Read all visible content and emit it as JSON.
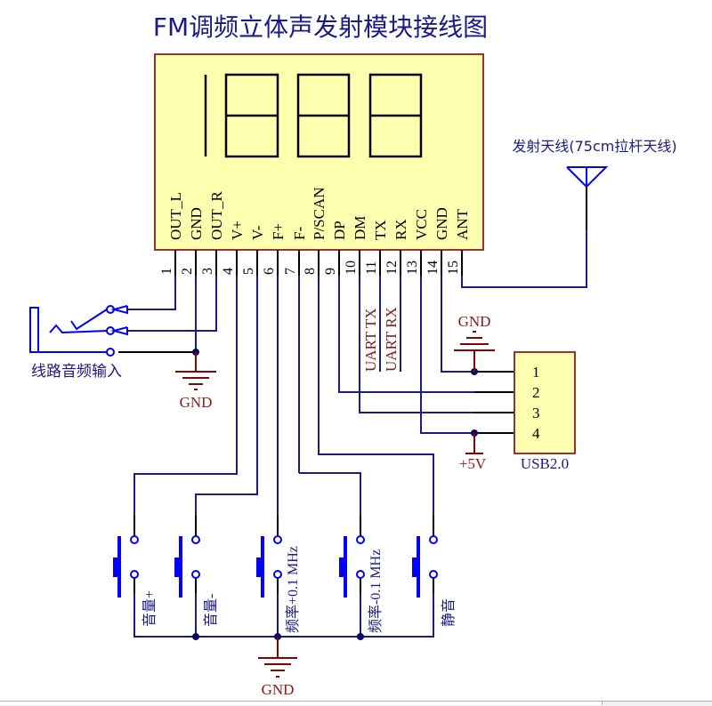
{
  "title": "FM调频立体声发射模块接线图",
  "module": {
    "display_digits": "1888",
    "pins": [
      {
        "num": "1",
        "label": "OUT_L"
      },
      {
        "num": "2",
        "label": "GND"
      },
      {
        "num": "3",
        "label": "OUT_R"
      },
      {
        "num": "4",
        "label": "V+"
      },
      {
        "num": "5",
        "label": "V-"
      },
      {
        "num": "6",
        "label": "F+"
      },
      {
        "num": "7",
        "label": "F-"
      },
      {
        "num": "8",
        "label": "P/SCAN"
      },
      {
        "num": "9",
        "label": "DP"
      },
      {
        "num": "10",
        "label": "DM"
      },
      {
        "num": "11",
        "label": "TX"
      },
      {
        "num": "12",
        "label": "RX"
      },
      {
        "num": "13",
        "label": "VCC"
      },
      {
        "num": "14",
        "label": "GND"
      },
      {
        "num": "15",
        "label": "ANT"
      }
    ]
  },
  "antenna": {
    "label": "发射天线(75cm拉杆天线)"
  },
  "audio_jack": {
    "label": "线路音频输入"
  },
  "gnd_labels": {
    "audio": "GND",
    "usb": "GND",
    "buttons": "GND"
  },
  "power_label": "+5V",
  "uart_labels": {
    "tx": "UART TX",
    "rx": "UART RX"
  },
  "usb": {
    "label": "USB2.0",
    "pins": [
      "1",
      "2",
      "3",
      "4"
    ]
  },
  "buttons": [
    {
      "label": "音量+"
    },
    {
      "label": "音量-"
    },
    {
      "label": "频率+0.1 MHz"
    },
    {
      "label": "频率-0.1 MHz"
    },
    {
      "label": "静音"
    }
  ],
  "colors": {
    "wire": "#1a1a8c",
    "component": "#0000ff",
    "pin_stub": "#000000",
    "module_fill": "#ffffb0",
    "module_border": "#a03030",
    "gnd": "#8b0000",
    "title": "#1a1a8c",
    "label_blue": "#1a1a8c",
    "label_red": "#8b1a1a"
  }
}
